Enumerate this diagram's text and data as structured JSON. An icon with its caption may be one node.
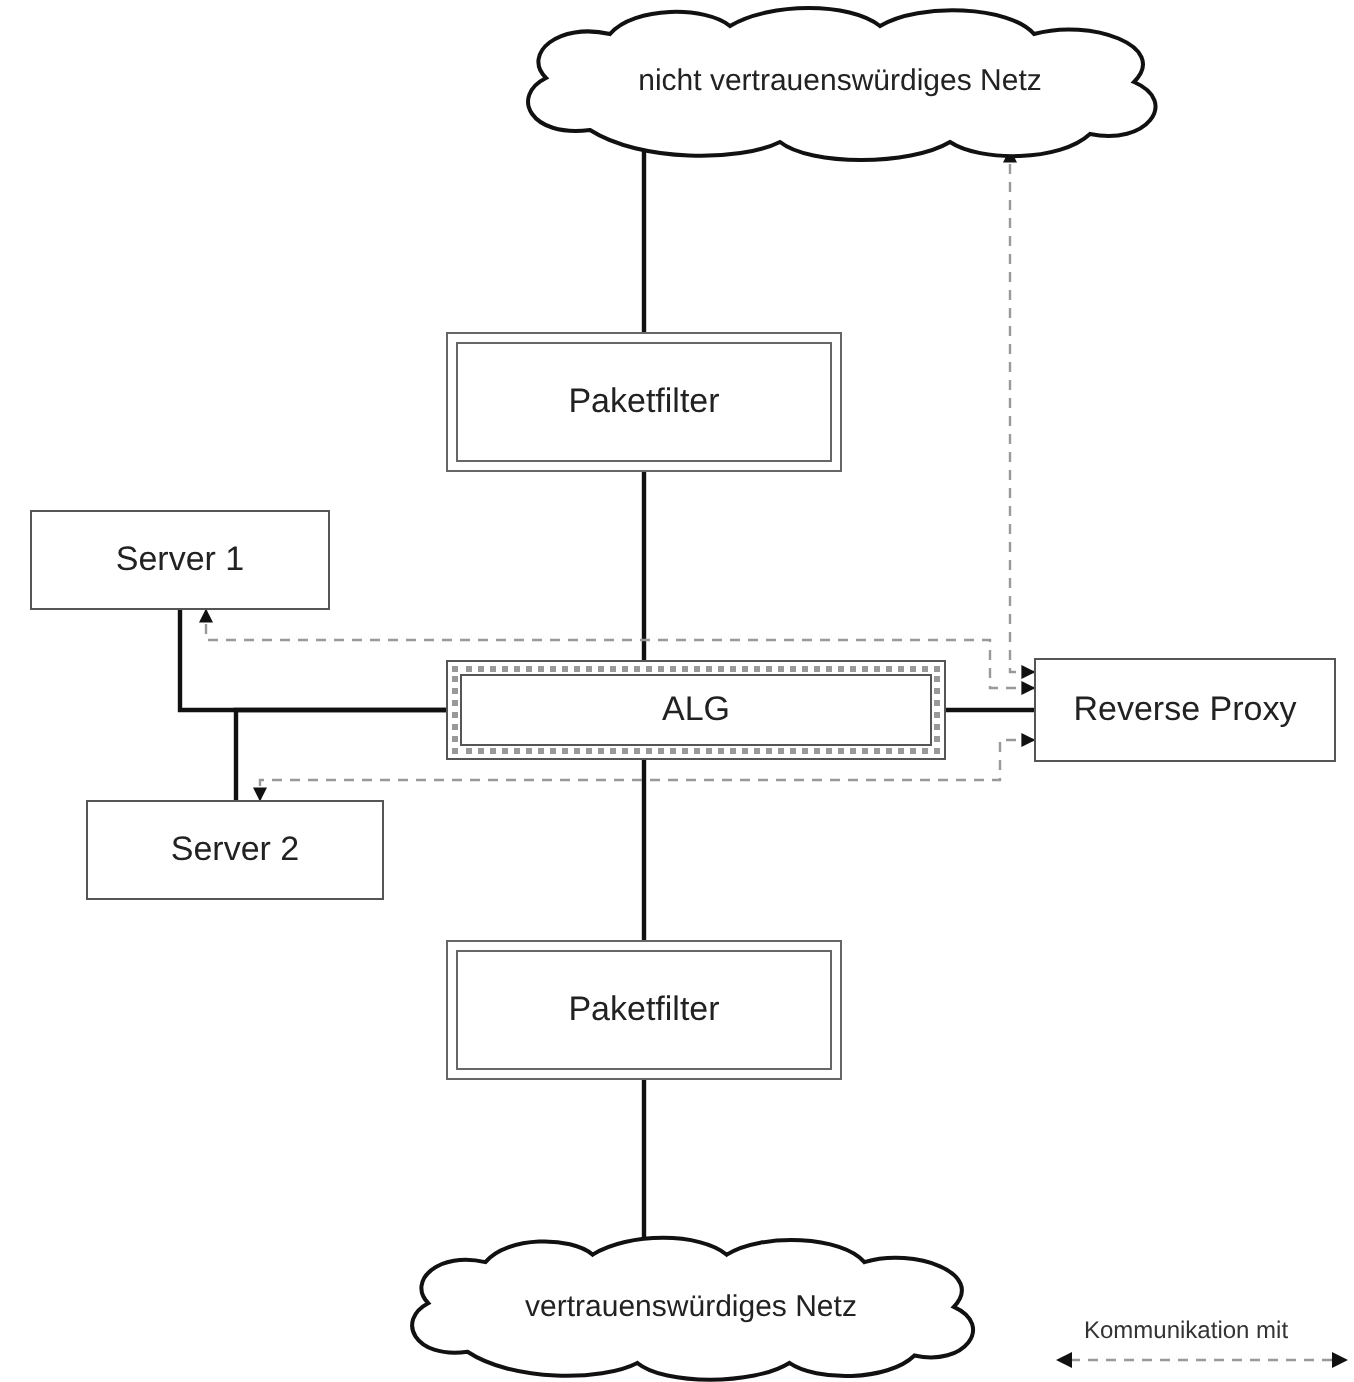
{
  "diagram": {
    "nodes": [
      {
        "text": [
          "nicht vertrauenswürdiges Netz"
        ]
      },
      {
        "text": [
          "Paketfilter"
        ]
      },
      {
        "text": [
          "Server 1"
        ]
      },
      {
        "text": [
          "ALG"
        ]
      },
      {
        "text": [
          "Reverse Proxy"
        ]
      },
      {
        "text": [
          "Server 2"
        ]
      },
      {
        "text": [
          "Paketfilter"
        ]
      },
      {
        "text": [
          "vertrauenswürdiges Netz"
        ]
      }
    ],
    "edges": [
      {
        "from": 0,
        "to": 1,
        "arrow": "none"
      },
      {
        "from": 1,
        "to": 3,
        "arrow": "none"
      },
      {
        "from": 3,
        "to": 6,
        "arrow": "none"
      },
      {
        "from": 6,
        "to": 7,
        "arrow": "none"
      },
      {
        "from": 3,
        "to": 4,
        "arrow": "none"
      },
      {
        "from": 2,
        "to": 3,
        "arrow": "none"
      },
      {
        "from": 5,
        "to": 3,
        "arrow": "none"
      },
      {
        "from": 4,
        "to": 0,
        "arrow": "both",
        "style": "dashed",
        "color": "#999999"
      },
      {
        "from": 4,
        "to": 2,
        "arrow": "both",
        "style": "dashed",
        "color": "#999999"
      },
      {
        "from": 4,
        "to": 5,
        "arrow": "both",
        "style": "dashed",
        "color": "#999999"
      }
    ],
    "legend": [
      {
        "text": "Kommunikation mit"
      }
    ]
  }
}
